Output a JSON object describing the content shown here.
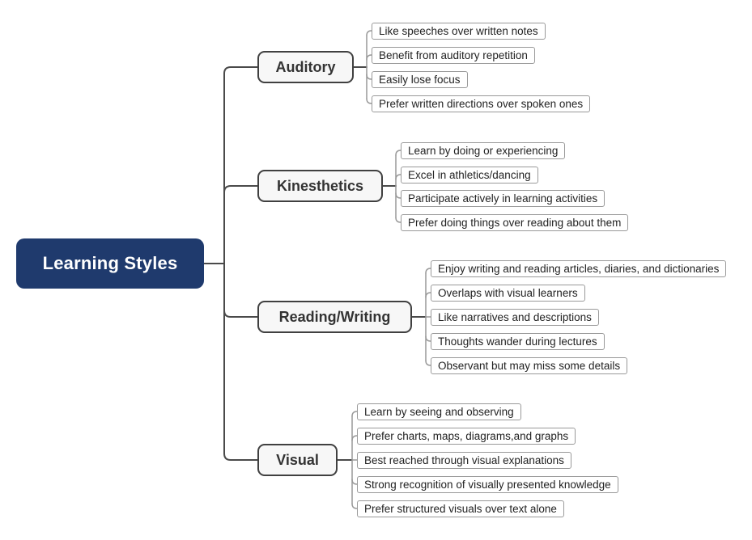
{
  "diagram": {
    "title": "Learning Styles mind map",
    "root": {
      "label": "Learning Styles"
    },
    "branches": [
      {
        "label": "Auditory",
        "leaves": [
          "Like speeches over written notes",
          "Benefit from auditory repetition",
          "Easily lose focus",
          "Prefer written directions over spoken ones"
        ]
      },
      {
        "label": "Kinesthetics",
        "leaves": [
          "Learn by doing or experiencing",
          "Excel in athletics/dancing",
          "Participate actively in learning activities",
          "Prefer doing things over reading about them"
        ]
      },
      {
        "label": "Reading/Writing",
        "leaves": [
          "Enjoy writing and reading articles, diaries, and dictionaries",
          "Overlaps with visual learners",
          "Like narratives and descriptions",
          "Thoughts wander during lectures",
          "Observant but may miss some details"
        ]
      },
      {
        "label": "Visual",
        "leaves": [
          "Learn by seeing and observing",
          "Prefer charts, maps, diagrams,and graphs",
          "Best reached through visual explanations",
          "Strong recognition of visually presented knowledge",
          "Prefer structured visuals over text alone"
        ]
      }
    ],
    "colors": {
      "root_bg": "#1f3a6d",
      "root_text": "#ffffff",
      "branch_bg": "#f7f7f7",
      "branch_border": "#404040",
      "leaf_bg": "#ffffff",
      "leaf_border": "#999999",
      "connector_dark": "#4a4a4a",
      "connector_light": "#999999"
    }
  }
}
